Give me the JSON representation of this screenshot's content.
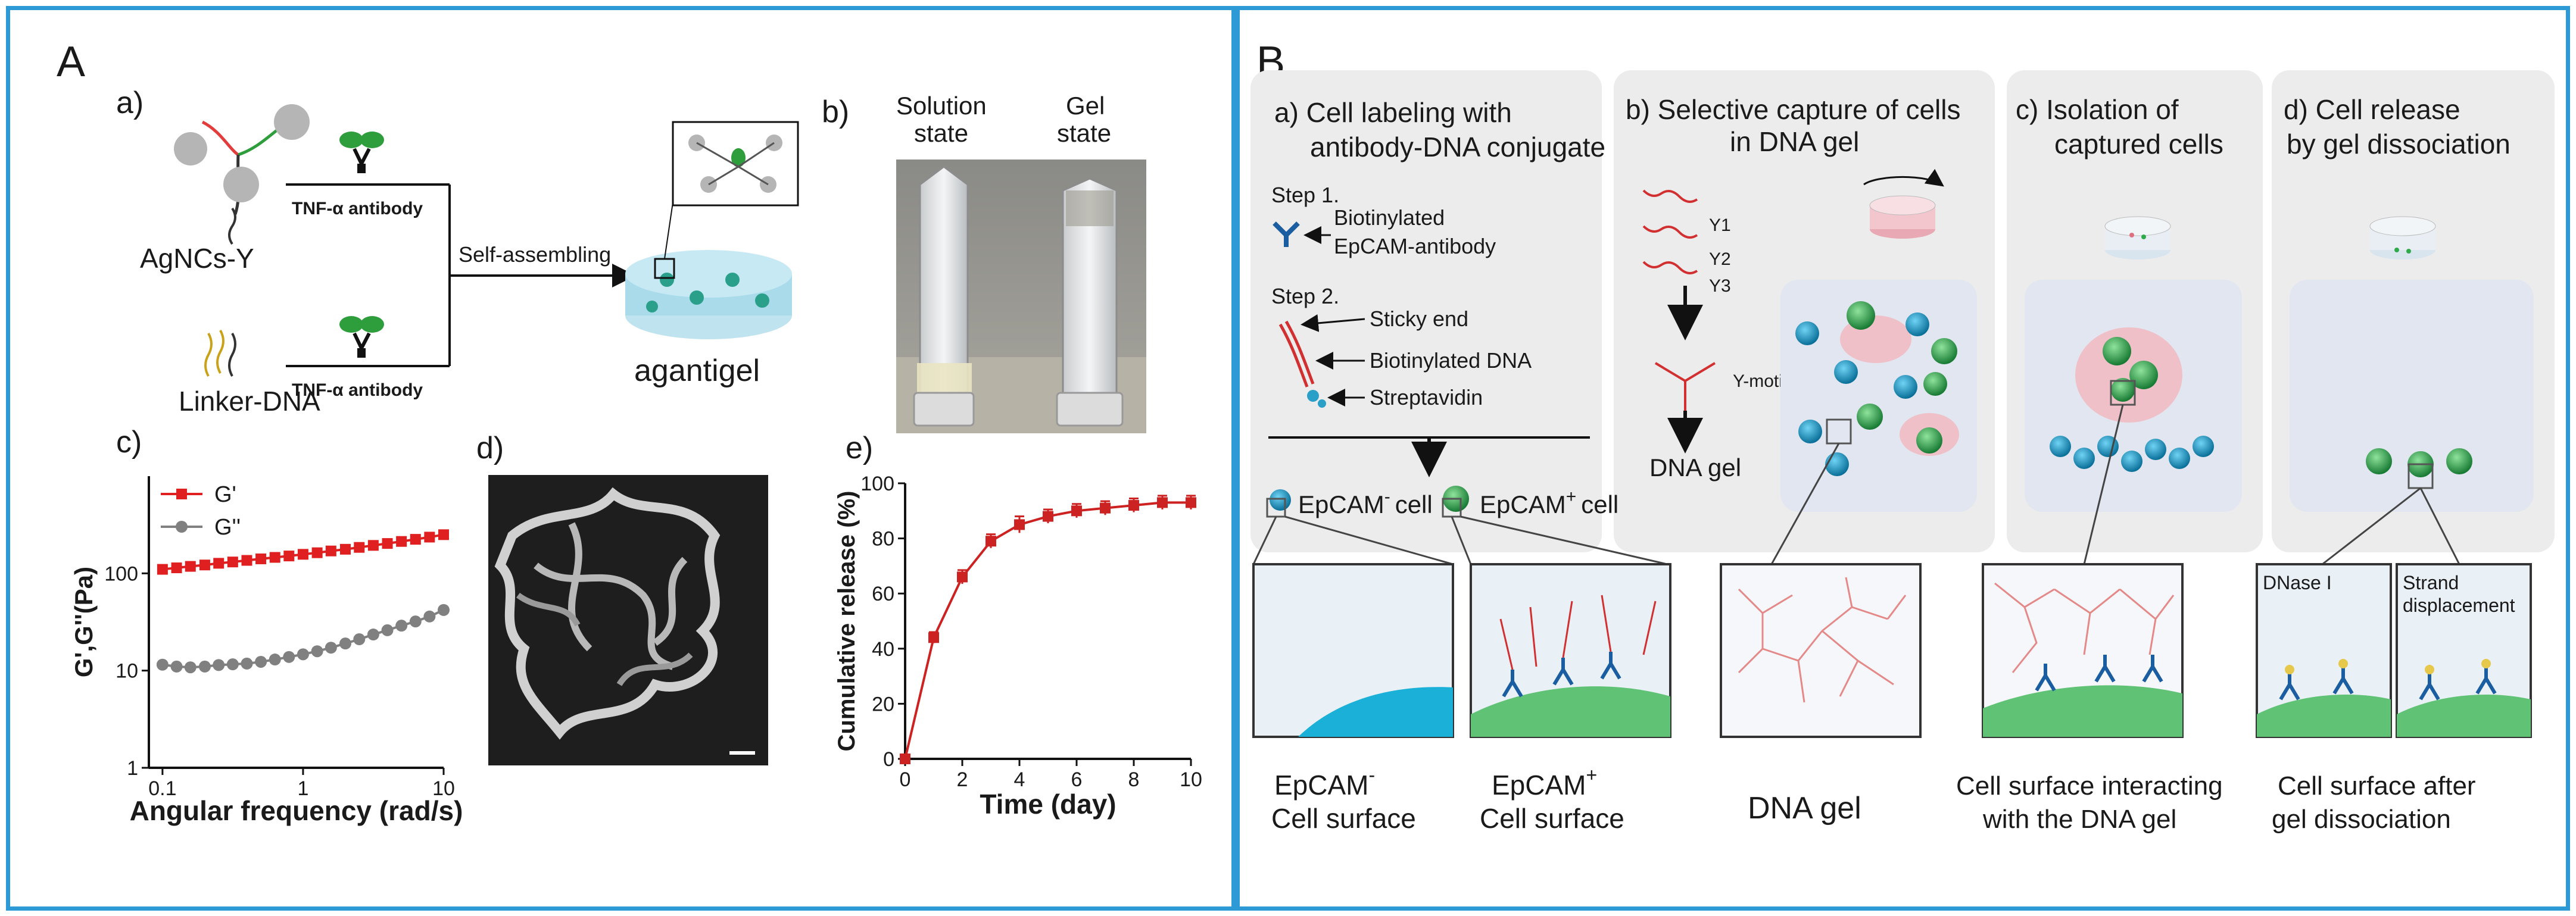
{
  "panelA": {
    "letter": "A",
    "a": {
      "tag": "a)",
      "agncs_label": "AgNCs-Y",
      "linker_label": "Linker-DNA",
      "antibody_top": "TNF-α antibody",
      "antibody_bottom": "TNF-α antibody",
      "arrow_label": "Self-assembling",
      "product": "agantigel"
    },
    "b": {
      "tag": "b)",
      "solution_line1": "Solution",
      "solution_line2": "state",
      "gel_line1": "Gel",
      "gel_line2": "state"
    },
    "c": {
      "tag": "c)"
    },
    "d": {
      "tag": "d)"
    },
    "e": {
      "tag": "e)"
    }
  },
  "panelB": {
    "letter": "B",
    "a": {
      "title_line1": "a)  Cell labeling with",
      "title_line2": "antibody-DNA conjugate",
      "step1": "Step 1.",
      "step1_label_line1": "Biotinylated",
      "step1_label_line2": "EpCAM-antibody",
      "step2": "Step 2.",
      "sticky_end": "Sticky end",
      "biotinylated_dna": "Biotinylated DNA",
      "streptavidin": "Streptavidin",
      "epcam_neg": "EpCAM",
      "epcam_neg_sup": "-",
      "epcam_pos": "EpCAM",
      "epcam_pos_sup": "+",
      "cell_word": "cell"
    },
    "b": {
      "title_line1": "b)  Selective capture of cells",
      "title_line2": "in DNA gel",
      "y1": "Y1",
      "y2": "Y2",
      "y3": "Y3",
      "ymotif": "Y-motif",
      "dna_gel": "DNA gel"
    },
    "c": {
      "title_line1": "c)  Isolation of",
      "title_line2": "captured cells"
    },
    "d": {
      "title_line1": "d)  Cell release",
      "title_line2": "by gel dissociation",
      "dnase": "DNase I",
      "strand_line1": "Strand",
      "strand_line2": "displacement"
    },
    "captions": {
      "neg_line1": "EpCAM",
      "neg_sup": "-",
      "neg_line2": "Cell surface",
      "pos_line1": "EpCAM",
      "pos_sup": "+",
      "pos_line2": "Cell surface",
      "gel": "DNA gel",
      "interact_line1": "Cell surface interacting",
      "interact_line2": "with the DNA gel",
      "after_line1": "Cell surface after",
      "after_line2": "gel dissociation"
    }
  },
  "colors": {
    "border": "#2d9ad6",
    "gprime": "#e02020",
    "gdouble": "#808080",
    "release": "#cc2222",
    "cyan_cell": "#1aa6d8",
    "green_cell": "#2faa4a"
  },
  "chart_data": [
    {
      "type": "scatter",
      "panel": "c",
      "xlabel": "Angular frequency (rad/s)",
      "ylabel": "G',G''(Pa)",
      "xscale": "log",
      "yscale": "log",
      "xlim": [
        0.08,
        10
      ],
      "ylim": [
        1,
        1000
      ],
      "xticks": [
        "0.1",
        "1",
        "10"
      ],
      "yticks": [
        "1",
        "10",
        "100"
      ],
      "legend_position": "top-left",
      "series": [
        {
          "name": "G'",
          "color": "#e02020",
          "marker": "square",
          "x": [
            0.1,
            0.126,
            0.158,
            0.2,
            0.251,
            0.316,
            0.398,
            0.501,
            0.631,
            0.794,
            1,
            1.26,
            1.58,
            2,
            2.51,
            3.16,
            3.98,
            5.01,
            6.31,
            7.94,
            10
          ],
          "y": [
            110,
            114,
            118,
            122,
            127,
            131,
            136,
            141,
            146,
            151,
            157,
            163,
            170,
            177,
            185,
            194,
            203,
            213,
            224,
            236,
            250
          ]
        },
        {
          "name": "G''",
          "color": "#808080",
          "marker": "circle",
          "x": [
            0.1,
            0.126,
            0.158,
            0.2,
            0.251,
            0.316,
            0.398,
            0.501,
            0.631,
            0.794,
            1,
            1.26,
            1.58,
            2,
            2.51,
            3.16,
            3.98,
            5.01,
            6.31,
            7.94,
            10
          ],
          "y": [
            11.5,
            11,
            10.8,
            11,
            11.4,
            11.6,
            11.8,
            12.3,
            13,
            13.8,
            14.7,
            15.8,
            17.2,
            19,
            21,
            23.5,
            26,
            29,
            32,
            36,
            42
          ]
        }
      ]
    },
    {
      "type": "line",
      "panel": "e",
      "xlabel": "Time (day)",
      "ylabel": "Cumulative release (%)",
      "xlim": [
        0,
        10
      ],
      "ylim": [
        0,
        100
      ],
      "xticks": [
        "0",
        "2",
        "4",
        "6",
        "8",
        "10"
      ],
      "yticks": [
        "0",
        "20",
        "40",
        "60",
        "80",
        "100"
      ],
      "series": [
        {
          "color": "#cc2222",
          "x": [
            0,
            1,
            2,
            3,
            4,
            5,
            6,
            7,
            8,
            9,
            10
          ],
          "y": [
            0,
            44,
            66,
            79,
            85,
            88,
            90,
            91,
            92,
            93,
            93
          ],
          "err": [
            0,
            2,
            2.5,
            2.5,
            3,
            2.5,
            2.5,
            2.5,
            2.5,
            2.5,
            2.5
          ]
        }
      ]
    }
  ]
}
